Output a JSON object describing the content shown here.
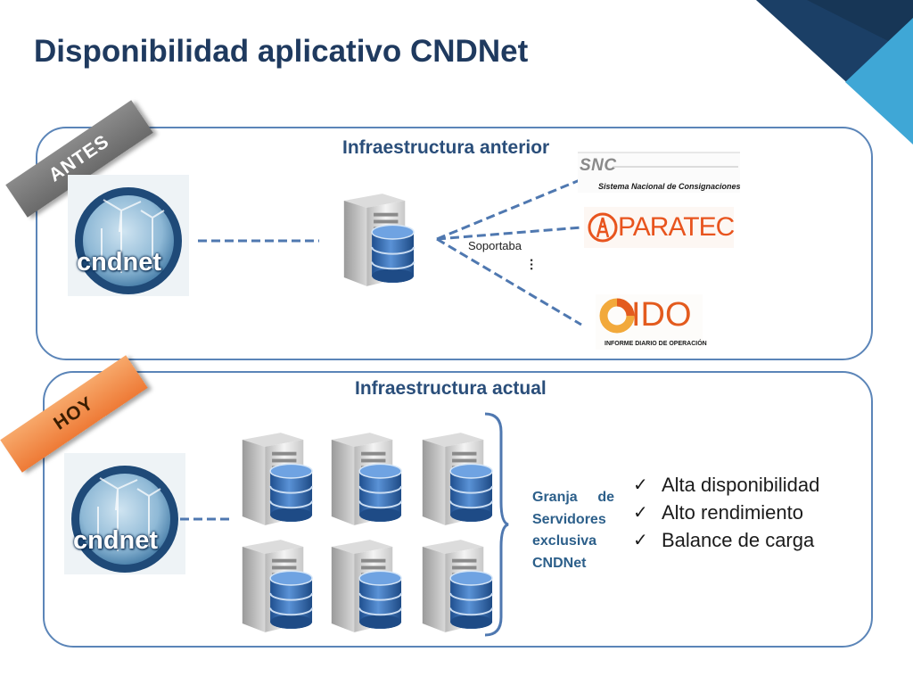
{
  "slide": {
    "title": "Disponibilidad aplicativo CNDNet"
  },
  "before": {
    "ribbon": "ANTES",
    "heading": "Infraestructura anterior",
    "logo_text": "cndnet",
    "supported_label": "Soportaba",
    "ellipsis": "…",
    "apps": {
      "snc_title": "SNC",
      "snc_subtitle": "Sistema Nacional de Consignaciones",
      "paratec": "PARATEC",
      "ido": "IDO",
      "ido_subtitle": "INFORME DIARIO DE OPERACIÓN"
    }
  },
  "now": {
    "ribbon": "HOY",
    "heading": "Infraestructura actual",
    "logo_text": "cndnet",
    "farm_label_lines": [
      "Granja de",
      "Servidores",
      "exclusiva",
      "CNDNet"
    ],
    "benefits": [
      "Alta disponibilidad",
      "Alto rendimiento",
      "Balance de carga"
    ]
  },
  "colors": {
    "title": "#1f3a5f",
    "panel_border": "#5b85b8",
    "connector": "#4f78b0",
    "ribbon_antes": "#7a7a7a",
    "ribbon_hoy": "#f08a45",
    "corner_dark": "#1b3f66",
    "corner_light": "#3fa7d6"
  },
  "icons": [
    "server-database-icon",
    "cndnet-logo",
    "check-icon"
  ]
}
